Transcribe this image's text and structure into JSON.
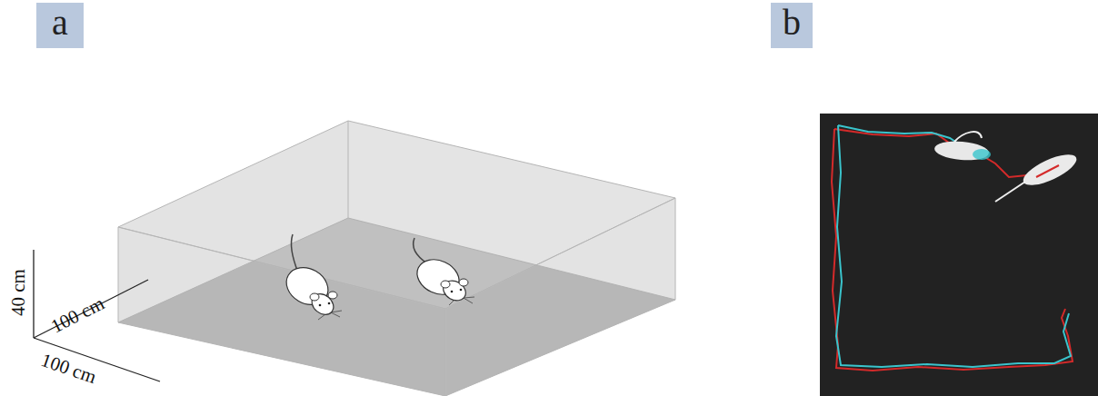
{
  "diagram": {
    "nodes": [
      {
        "text": [
          "a"
        ]
      },
      {
        "text": [
          "b"
        ]
      }
    ],
    "labels": [
      "40 cm",
      "100 cm",
      "100 cm"
    ]
  }
}
